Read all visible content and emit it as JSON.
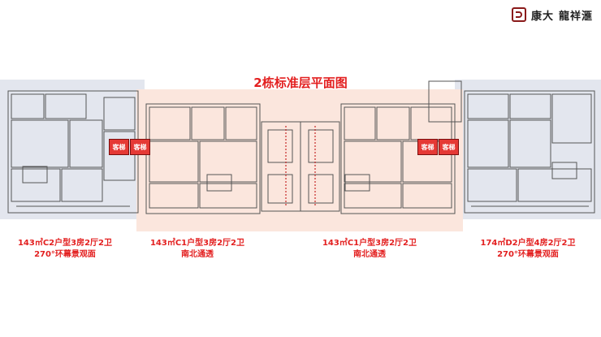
{
  "logo": {
    "brand": "康大",
    "project": "龍祥滙"
  },
  "title": "2栋标准层平面图",
  "elevator_label": "客梯",
  "units": [
    {
      "line1": "143㎡C2户型3房2厅2卫",
      "line2": "270°环幕景观面"
    },
    {
      "line1": "143㎡C1户型3房2厅2卫",
      "line2": "南北通透"
    },
    {
      "line1": "143㎡C1户型3房2厅2卫",
      "line2": "南北通透"
    },
    {
      "line1": "174㎡D2户型4房2厅2卫",
      "line2": "270°环幕景观面"
    }
  ],
  "colors": {
    "accent_red": "#e32020",
    "elevator_red": "#e53935",
    "center_tint": "#fbe6dd",
    "side_tint": "#e3e6ee"
  }
}
